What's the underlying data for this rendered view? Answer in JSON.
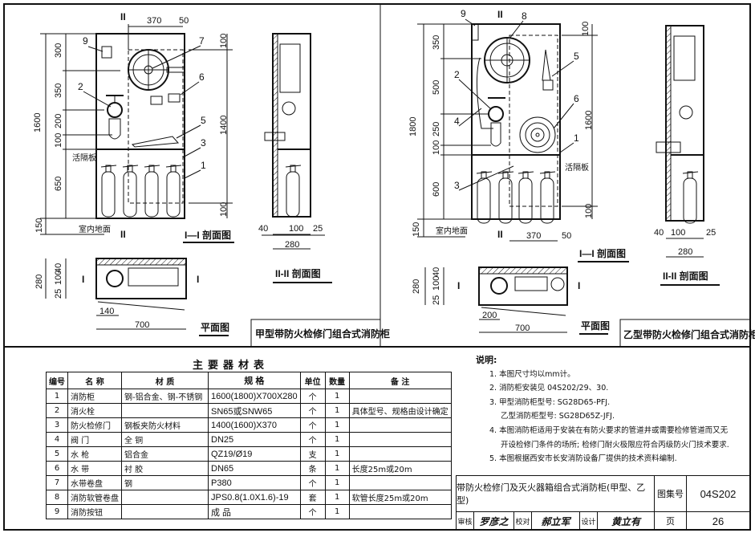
{
  "sheet": {
    "left_panel": {
      "section_marker": "II",
      "section_I": "I",
      "elev_dims": {
        "total": "1600",
        "d1": "300",
        "d2": "350",
        "d3": "200",
        "d4": "100",
        "d5": "650",
        "base": "150"
      },
      "top_dims": {
        "w": "370",
        "gap": "50"
      },
      "right_dims": {
        "top": "100",
        "door": "1400",
        "bottom": "100"
      },
      "callouts": [
        "9",
        "7",
        "2",
        "6",
        "5",
        "3",
        "1"
      ],
      "partition_label": "活隔板",
      "floor_label": "室内地面",
      "elev_caption": "I—I 剖面图",
      "side_dims": {
        "a": "40",
        "b": "100",
        "c": "25",
        "total": "280"
      },
      "side_caption": "II-II 剖面图",
      "plan_dims": {
        "a": "40",
        "b": "100",
        "c": "25",
        "total": "280",
        "offset": "140",
        "width": "700"
      },
      "plan_caption": "平面图",
      "panel_title": "甲型带防火检修门组合式消防柜"
    },
    "right_panel": {
      "section_marker": "II",
      "section_I": "I",
      "elev_dims": {
        "total": "1800",
        "d1": "350",
        "d2": "500",
        "d3": "250",
        "d4": "100",
        "d5": "600",
        "base": "150"
      },
      "bottom_dims": {
        "w": "370",
        "gap": "50"
      },
      "right_dims": {
        "top": "100",
        "door": "1600",
        "bottom": "100"
      },
      "callouts": [
        "9",
        "8",
        "5",
        "2",
        "4",
        "6",
        "1",
        "3"
      ],
      "partition_label": "活隔板",
      "floor_label": "室内地面",
      "elev_caption": "I—I 剖面图",
      "side_dims": {
        "a": "40",
        "b": "100",
        "c": "25",
        "total": "280"
      },
      "side_caption": "II-II 剖面图",
      "plan_dims": {
        "a": "40",
        "b": "100",
        "c": "25",
        "total": "280",
        "offset": "200",
        "width": "700"
      },
      "plan_caption": "平面图",
      "panel_title": "乙型带防火检修门组合式消防柜"
    }
  },
  "materials": {
    "title": "主要器材表",
    "headers": [
      "编号",
      "名 称",
      "材 质",
      "规 格",
      "单位",
      "数量",
      "备 注"
    ],
    "rows": [
      [
        "1",
        "消防柜",
        "钢-铝合金、钢-不锈钢",
        "1600(1800)X700X280",
        "个",
        "1",
        ""
      ],
      [
        "2",
        "消火栓",
        "",
        "SN65或SNW65",
        "个",
        "1",
        "具体型号、规格由设计确定"
      ],
      [
        "3",
        "防火检修门",
        "钢板夹防火材料",
        "1400(1600)X370",
        "个",
        "1",
        ""
      ],
      [
        "4",
        "阀 门",
        "全 铜",
        "DN25",
        "个",
        "1",
        ""
      ],
      [
        "5",
        "水 枪",
        "铝合金",
        "QZ19/Ø19",
        "支",
        "1",
        ""
      ],
      [
        "6",
        "水 带",
        "衬 胶",
        "DN65",
        "条",
        "1",
        "长度25m或20m"
      ],
      [
        "7",
        "水带卷盘",
        "钢",
        "P380",
        "个",
        "1",
        ""
      ],
      [
        "8",
        "消防软管卷盘",
        "",
        "JPS0.8(1.0X1.6)-19",
        "套",
        "1",
        "软管长度25m或20m"
      ],
      [
        "9",
        "消防按钮",
        "",
        "成 品",
        "个",
        "1",
        ""
      ]
    ]
  },
  "notes": {
    "heading": "说明:",
    "items": [
      "1. 本图尺寸均以mm计。",
      "2. 消防柜安装见 04S202/29、30.",
      "3. 甲型消防柜型号: SG28D65-PFJ.",
      "乙型消防柜型号: SG28D65Z-JFJ.",
      "4. 本图消防柜适用于安装在有防火要求的管道井或需要检修管道而又无",
      "开设检修门条件的场所; 检修门耐火极限应符合丙级防火门技术要求.",
      "5. 本图根据西安市长安消防设备厂提供的技术资料编制."
    ]
  },
  "title_block": {
    "drawing_title": "带防火检修门及灭火器箱组合式消防柜(甲型、乙型)",
    "atlas_label": "图集号",
    "atlas_no": "04S202",
    "review_label": "审核",
    "review_sig": "罗彦之",
    "check_label": "校对",
    "check_sig": "郝立军",
    "design_label": "设计",
    "design_sig": "黄立有",
    "page_label": "页",
    "page_no": "26"
  }
}
